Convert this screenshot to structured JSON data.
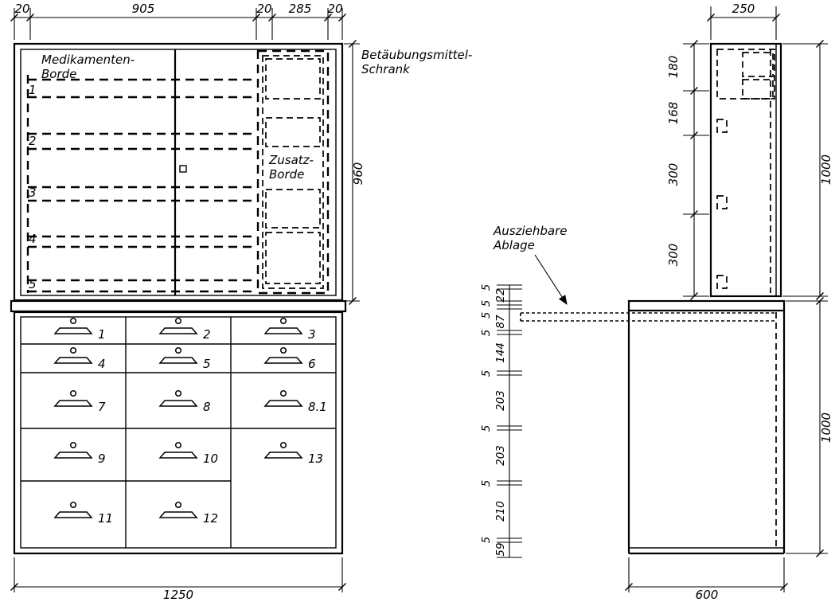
{
  "front": {
    "top_dims": [
      "20",
      "905",
      "20",
      "285",
      "20"
    ],
    "height_dim": "960",
    "width_dim": "1250",
    "shelf_numbers": [
      "1",
      "2",
      "3",
      "4",
      "5"
    ],
    "med_label": {
      "line1": "Medikamenten-",
      "line2": "Borde"
    },
    "zusatz_label": {
      "line1": "Zusatz-",
      "line2": "Borde"
    },
    "btm_label": {
      "line1": "Betäubungsmittel-",
      "line2": "Schrank"
    },
    "drawer_numbers": [
      "1",
      "2",
      "3",
      "4",
      "5",
      "6",
      "7",
      "8",
      "8.1",
      "9",
      "10",
      "13",
      "11",
      "12"
    ]
  },
  "side": {
    "top_depth_dim": "250",
    "upper_heights": [
      "180",
      "168",
      "300",
      "300"
    ],
    "upper_total_dim": "1000",
    "lower_total_dim": "1000",
    "bottom_depth_dim": "600",
    "lower_chain": [
      "5",
      "22",
      "5",
      "5",
      "87",
      "5",
      "144",
      "5",
      "203",
      "5",
      "203",
      "5",
      "210",
      "5",
      "59"
    ],
    "ablage_label": {
      "line1": "Ausziehbare",
      "line2": "Ablage"
    }
  }
}
